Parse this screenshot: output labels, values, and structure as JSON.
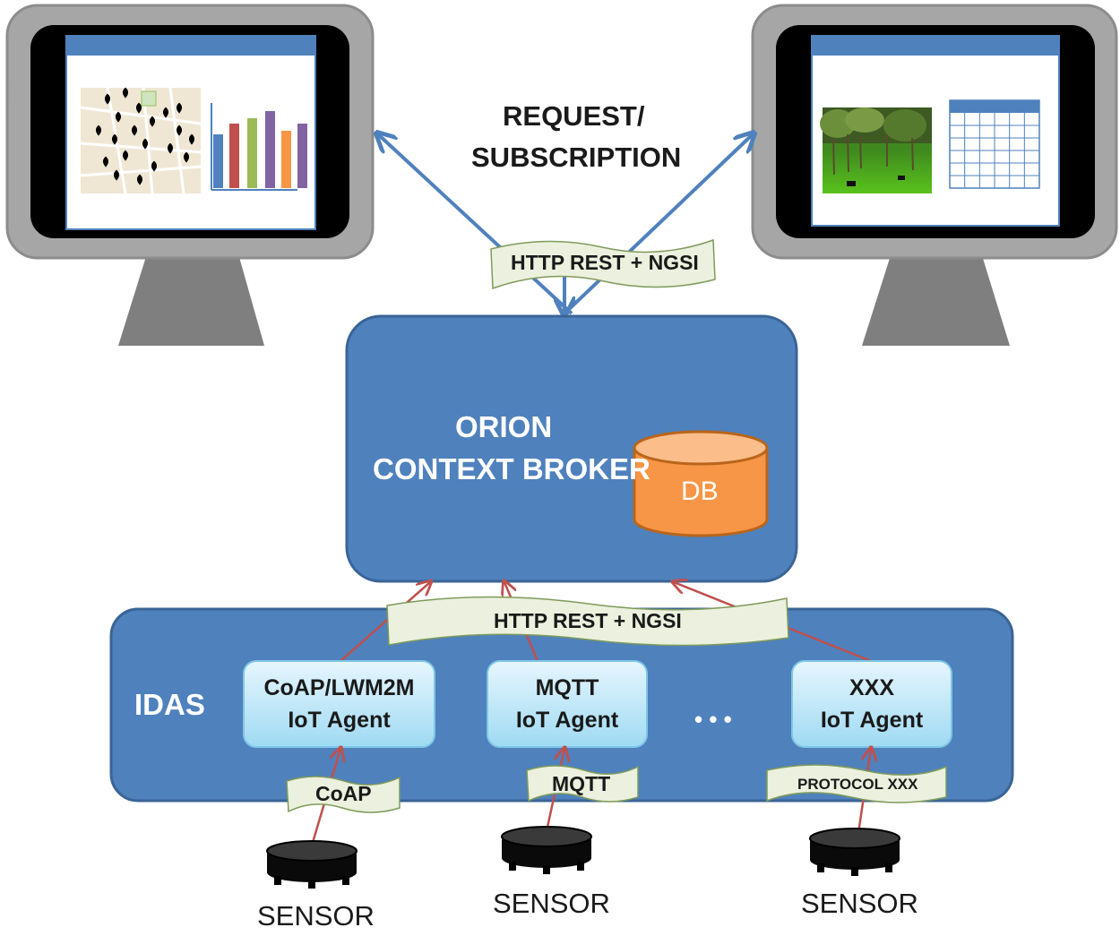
{
  "request_label": [
    "REQUEST/",
    "SUBSCRIPTION"
  ],
  "north_protocol": "HTTP REST + NGSI",
  "broker": {
    "title_line1": "ORION",
    "title_line2": "CONTEXT BROKER",
    "db_label": "DB"
  },
  "south_protocol": "HTTP REST + NGSI",
  "idas_label": "IDAS",
  "agents": [
    {
      "line1": "CoAP/LWM2M",
      "line2": "IoT Agent",
      "protocol": "CoAP",
      "sensor": "SENSOR"
    },
    {
      "line1": "MQTT",
      "line2": "IoT Agent",
      "protocol": "MQTT",
      "sensor": "SENSOR"
    },
    {
      "line1": "XXX",
      "line2": "IoT Agent",
      "protocol": "PROTOCOL XXX",
      "sensor": "SENSOR"
    }
  ],
  "ellipsis": "• • •",
  "colors": {
    "box_blue": "#4f81bd",
    "box_border": "#3a6496",
    "agent_fill": "#bfe7f7",
    "db_orange": "#f79646",
    "banner_fill": "#ebf1de",
    "arrow_blue": "#4f81bd",
    "arrow_red": "#c0504d",
    "monitor_gray": "#a6a6a6"
  },
  "left_chart_bars": [
    {
      "value": 60,
      "color": "#4f81bd"
    },
    {
      "value": 72,
      "color": "#c0504d"
    },
    {
      "value": 78,
      "color": "#9bbb59"
    },
    {
      "value": 86,
      "color": "#8064a2"
    },
    {
      "value": 64,
      "color": "#f79646"
    },
    {
      "value": 72,
      "color": "#8064a2"
    }
  ]
}
